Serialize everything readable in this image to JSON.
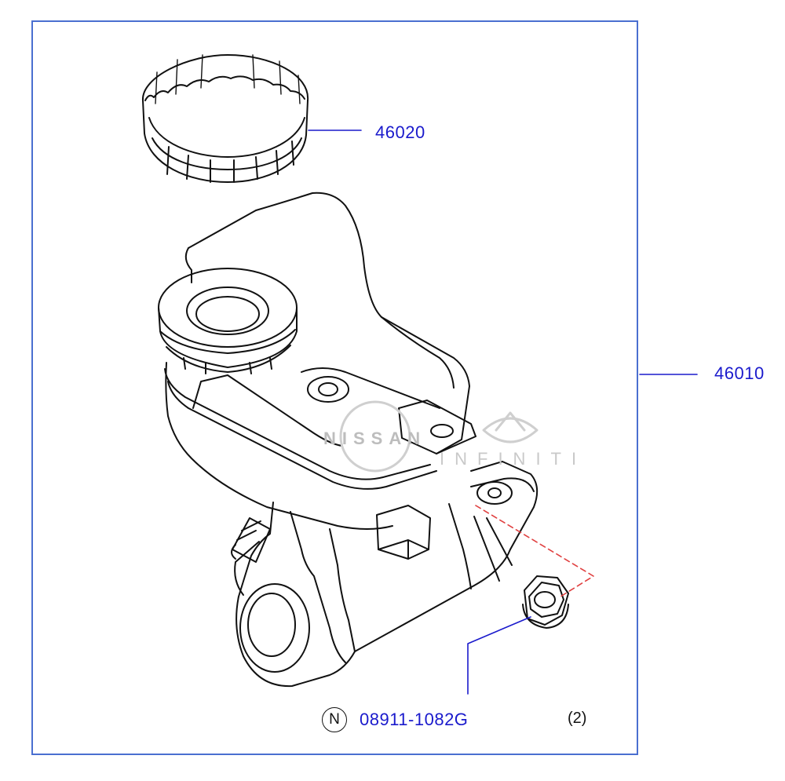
{
  "diagram": {
    "callouts": {
      "reservoir_cap": "46020",
      "master_cylinder_assembly": "46010",
      "flange_nut": "08911-1082G"
    },
    "nut_badge": "N",
    "nut_quantity": "(2)",
    "watermark": {
      "nissan": "NISSAN",
      "infiniti": "INFINITI"
    },
    "colors": {
      "frame": "#4a6fd0",
      "callout_text": "#1a1acc",
      "dashed_guide": "#e04040",
      "line_art": "#111111"
    }
  }
}
